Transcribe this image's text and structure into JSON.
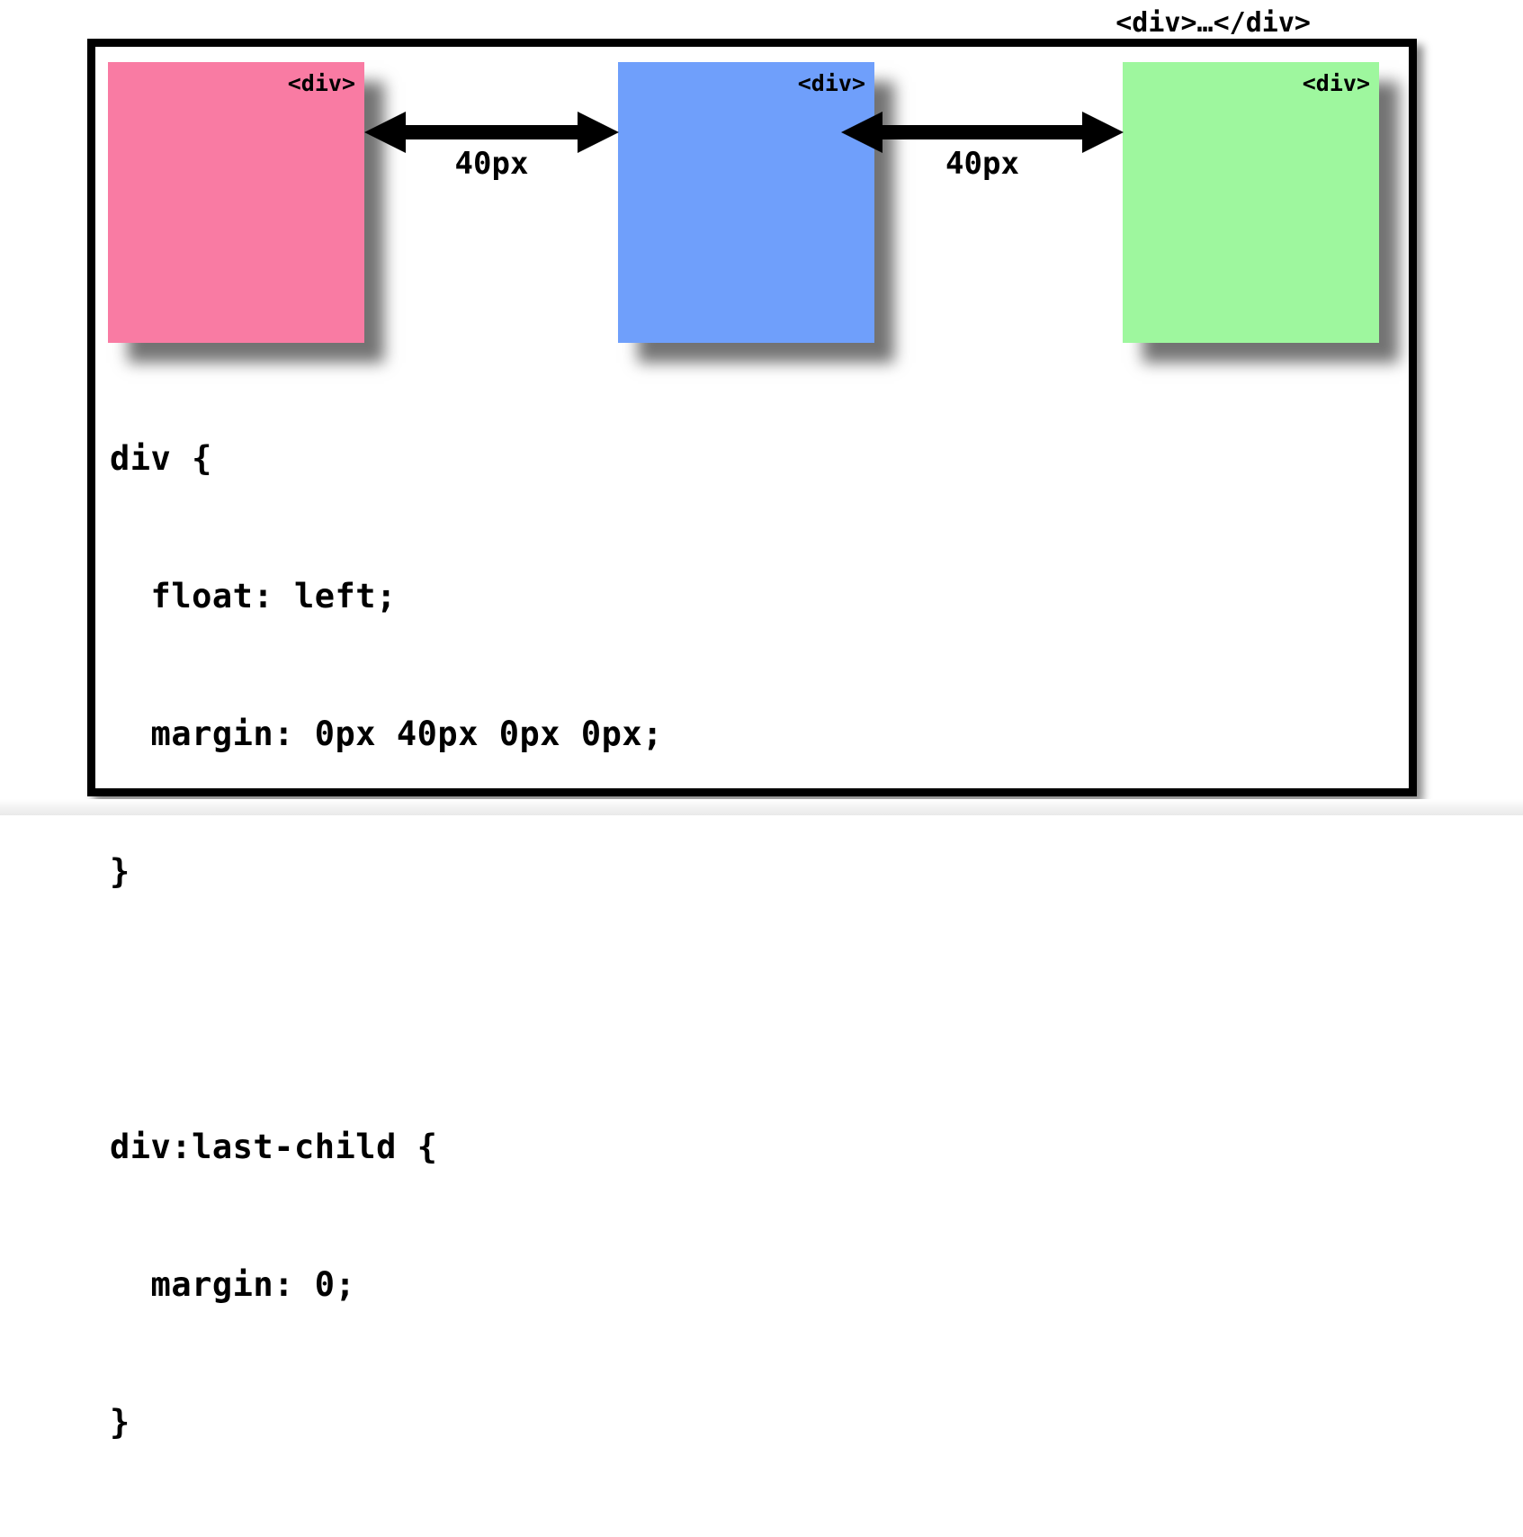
{
  "header": {
    "label": "<div>…</div>"
  },
  "diagram": {
    "boxes": [
      {
        "name": "pink-div-box",
        "label": "<div>",
        "color": "#f97ba3"
      },
      {
        "name": "blue-div-box",
        "label": "<div>",
        "color": "#6f9ffb"
      },
      {
        "name": "green-div-box",
        "label": "<div>",
        "color": "#9ef79e"
      }
    ],
    "gaps": [
      {
        "label": "40px"
      },
      {
        "label": "40px"
      }
    ]
  },
  "code": {
    "lines": [
      "div {",
      "  float: left;",
      "  margin: 0px 40px 0px 0px;",
      "}",
      "",
      "div:last-child {",
      "  margin: 0;",
      "}"
    ]
  },
  "colors": {
    "frame_border": "#000000",
    "background": "#ffffff",
    "shadow": "#7a7a7a",
    "text": "#000000"
  }
}
